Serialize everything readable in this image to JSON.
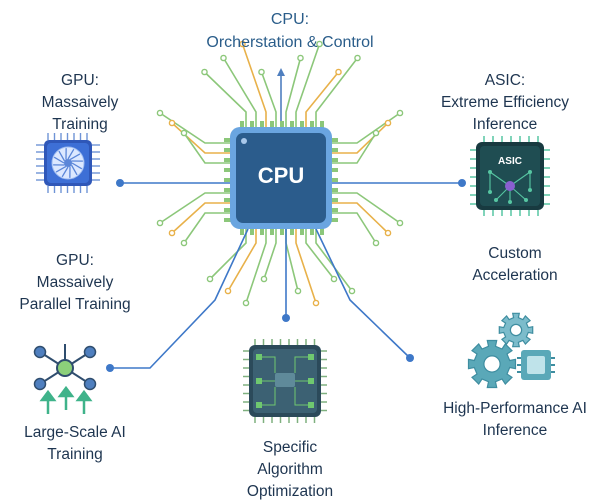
{
  "cpu": {
    "title_line1": "CPU:",
    "title_line2": "Orcherstation & Control",
    "chip_label": "CPU"
  },
  "gpu_top": {
    "line1": "GPU:",
    "line2": "Massaively",
    "line3": "Training"
  },
  "asic": {
    "line1": "ASIC:",
    "line2": "Extreme Efficiency",
    "line3": "Inference",
    "chip_label": "ASIC"
  },
  "gpu_mid": {
    "line1": "GPU:",
    "line2": "Massaively",
    "line3": "Parallel Training"
  },
  "custom": {
    "line1": "Custom",
    "line2": "Acceleration"
  },
  "large_scale": {
    "line1": "Large-Scale AI",
    "line2": "Training"
  },
  "specific": {
    "line1": "Specific",
    "line2": "Algorithm",
    "line3": "Optimization"
  },
  "hp": {
    "line1": "High-Performance AI",
    "line2": "Inference"
  },
  "colors": {
    "cpu_chip": "#2b5c8c",
    "cpu_border": "#3a7bc8",
    "trace_green": "#8cc77a",
    "trace_orange": "#e8b14a",
    "trace_blue": "#4f7fbf",
    "node_blue": "#3e78c8",
    "label_text": "#1e3550",
    "title_text": "#2a5d8a"
  }
}
